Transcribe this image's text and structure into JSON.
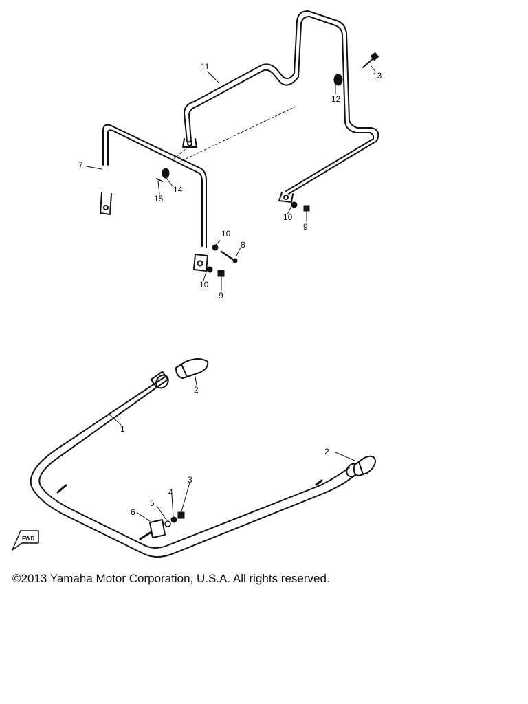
{
  "callouts": {
    "c1": "1",
    "c2a": "2",
    "c2b": "2",
    "c3": "3",
    "c4": "4",
    "c5": "5",
    "c6": "6",
    "c7": "7",
    "c8": "8",
    "c9a": "9",
    "c9b": "9",
    "c10a": "10",
    "c10b": "10",
    "c10c": "10",
    "c11": "11",
    "c12": "12",
    "c13": "13",
    "c14": "14",
    "c15": "15"
  },
  "fwd_mark": "FWD",
  "footer": {
    "copyright": "©2013 Yamaha Motor Corporation, U.S.A. All rights reserved."
  }
}
